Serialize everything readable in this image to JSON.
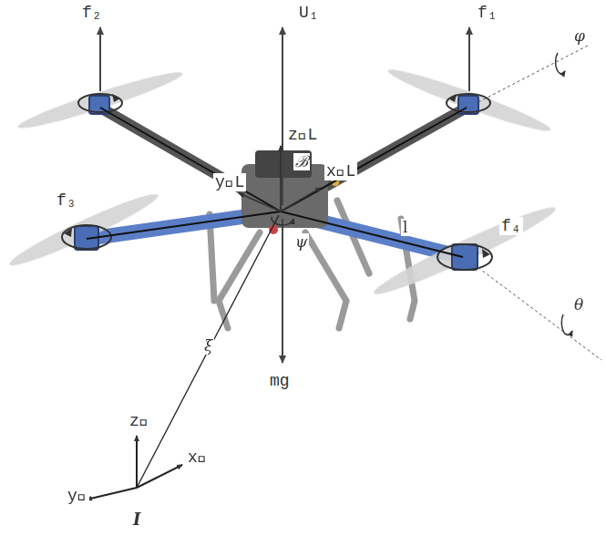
{
  "diagram": {
    "labels": [
      "f₂",
      "U₁",
      "f₁",
      "φ",
      "z⃗L",
      "ℬ",
      "y⃗L",
      "x⃗L",
      "f₃",
      "f₄",
      "ψ",
      "l",
      "θ",
      "ξ",
      "mg",
      "z⃗",
      "y⃗",
      "x⃗",
      "I"
    ]
  }
}
